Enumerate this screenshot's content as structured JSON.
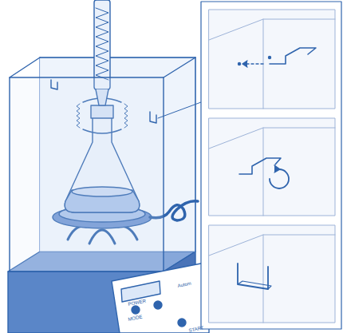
{
  "diagram": {
    "labels": [
      "POWER",
      "MODE",
      "START",
      "Autom"
    ]
  }
}
